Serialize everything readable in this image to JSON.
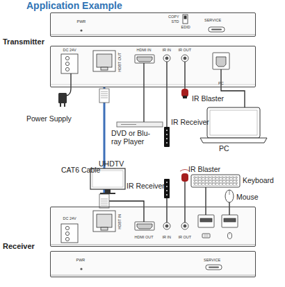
{
  "diagram": {
    "title": "Application Example",
    "nodes": [
      {
        "text": [
          "PWR",
          "COPY",
          "STD",
          "EDID",
          "SERVICE"
        ]
      },
      {
        "text": [
          "DC 24V",
          "HDBT OUT",
          "HDMI IN",
          "IR IN",
          "IR OUT",
          "PC"
        ]
      },
      {
        "text": [
          "DC 24V",
          "HDBT IN",
          "HDMI OUT",
          "IR IN",
          "IR OUT"
        ]
      },
      {
        "text": [
          "PWR",
          "SERVICE"
        ]
      }
    ],
    "edges": [
      {
        "from": 1,
        "to": 2,
        "arrow": "none"
      }
    ],
    "labels": [
      "Transmitter",
      "Power Supply",
      "CAT6 Cable",
      "DVD or Blu-ray Player",
      "IR Blaster",
      "IR Receiver",
      "PC",
      "UHDTV",
      "IR Blaster",
      "IR Receiver",
      "Keyboard",
      "Mouse",
      "Receiver"
    ]
  }
}
